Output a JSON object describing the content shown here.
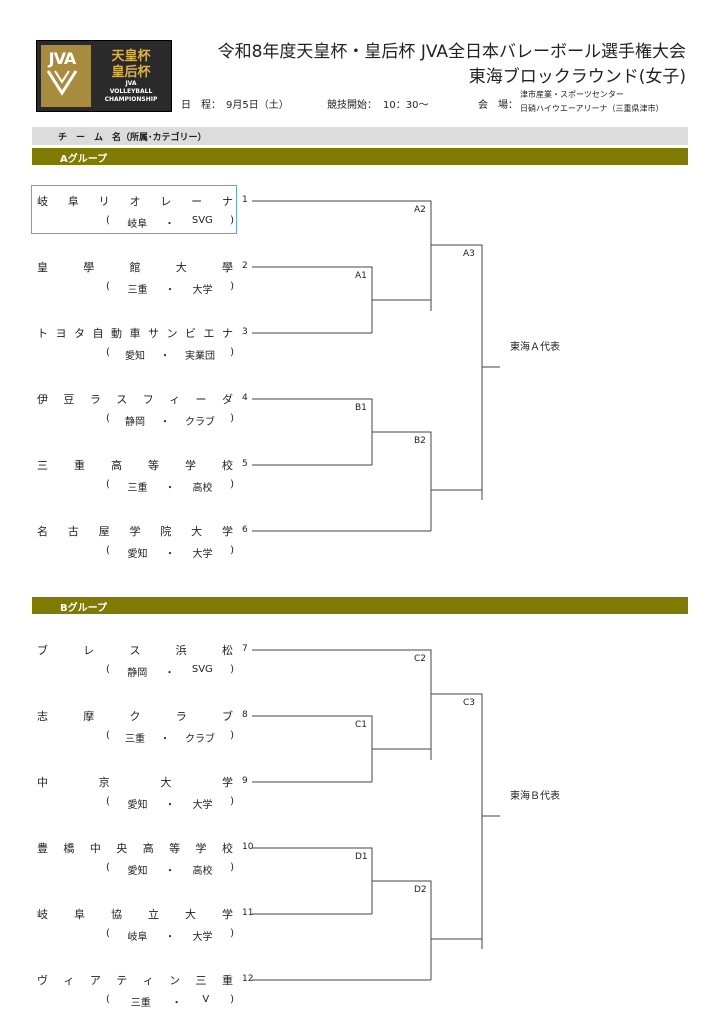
{
  "logo": {
    "mark": "JVA",
    "line1": "天皇杯",
    "line2": "皇后杯",
    "line3": "JVA",
    "line4": "VOLLEYBALL",
    "line5": "CHAMPIONSHIP"
  },
  "title_line1": "令和8年度天皇杯・皇后杯 JVA全日本バレーボール選手権大会",
  "title_line2": "東海ブロックラウンド(女子)",
  "info": {
    "date_label": "日　程：",
    "date_value": "9月5日（土）",
    "start_label": "競技開始：",
    "start_value": "10：30〜",
    "venue_label": "会　場：",
    "venue_line1": "津市産業・スポーツセンター",
    "venue_line2": "日硝ハイウエーアリーナ（三重県津市）"
  },
  "column_header": "チ　ー　ム　名（所属･カテゴリー）",
  "groups": [
    {
      "name": "Aグループ",
      "representative": "東海Ａ代表",
      "teams": [
        {
          "num": "1",
          "chars": [
            "岐",
            "阜",
            "リ",
            "オ",
            "レ",
            "ー",
            "ナ"
          ],
          "pref": "岐阜",
          "cat": "SVG"
        },
        {
          "num": "2",
          "chars": [
            "皇",
            "學",
            "館",
            "大",
            "學"
          ],
          "pref": "三重",
          "cat": "大学"
        },
        {
          "num": "3",
          "chars": [
            "ト",
            "ヨ",
            "タ",
            "自",
            "動",
            "車",
            "サ",
            "ン",
            "ビ",
            "エ",
            "ナ"
          ],
          "pref": "愛知",
          "cat": "実業団"
        },
        {
          "num": "4",
          "chars": [
            "伊",
            "豆",
            "ラ",
            "ス",
            "フ",
            "ィ",
            "ー",
            "ダ"
          ],
          "pref": "静岡",
          "cat": "クラブ"
        },
        {
          "num": "5",
          "chars": [
            "三",
            "重",
            "高",
            "等",
            "学",
            "校"
          ],
          "pref": "三重",
          "cat": "高校"
        },
        {
          "num": "6",
          "chars": [
            "名",
            "古",
            "屋",
            "学",
            "院",
            "大",
            "学"
          ],
          "pref": "愛知",
          "cat": "大学"
        }
      ],
      "matches": [
        "A1",
        "A2",
        "A3",
        "B1",
        "B2"
      ]
    },
    {
      "name": "Bグループ",
      "representative": "東海Ｂ代表",
      "teams": [
        {
          "num": "7",
          "chars": [
            "ブ",
            "レ",
            "ス",
            "浜",
            "松"
          ],
          "pref": "静岡",
          "cat": "SVG"
        },
        {
          "num": "8",
          "chars": [
            "志",
            "摩",
            "ク",
            "ラ",
            "ブ"
          ],
          "pref": "三重",
          "cat": "クラブ"
        },
        {
          "num": "9",
          "chars": [
            "中",
            "京",
            "大",
            "学"
          ],
          "pref": "愛知",
          "cat": "大学"
        },
        {
          "num": "10",
          "chars": [
            "豊",
            "橋",
            "中",
            "央",
            "高",
            "等",
            "学",
            "校"
          ],
          "pref": "愛知",
          "cat": "高校"
        },
        {
          "num": "11",
          "chars": [
            "岐",
            "阜",
            "協",
            "立",
            "大",
            "学"
          ],
          "pref": "岐阜",
          "cat": "大学"
        },
        {
          "num": "12",
          "chars": [
            "ヴ",
            "ィ",
            "ア",
            "テ",
            "ィ",
            "ン",
            "三",
            "重"
          ],
          "pref": "三重",
          "cat": "V"
        }
      ],
      "matches": [
        "C1",
        "C2",
        "C3",
        "D1",
        "D2"
      ]
    }
  ],
  "aff_open": "(",
  "aff_dot": "・",
  "aff_close": ")"
}
